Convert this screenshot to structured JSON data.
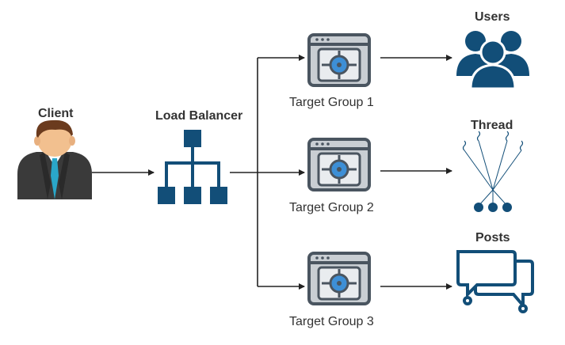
{
  "nodes": {
    "client": {
      "label": "Client"
    },
    "load_balancer": {
      "label": "Load Balancer"
    },
    "target_groups": [
      {
        "label": "Target Group 1"
      },
      {
        "label": "Target Group 2"
      },
      {
        "label": "Target Group 3"
      }
    ],
    "users": {
      "label": "Users"
    },
    "thread": {
      "label": "Thread"
    },
    "posts": {
      "label": "Posts"
    }
  },
  "colors": {
    "navy": "#124e78",
    "line": "#222222",
    "target_frame": "#4a5560",
    "target_body": "#c9ced3",
    "target_blue": "#3d8fd6",
    "skin": "#f2c08f",
    "hair": "#6b3b1e",
    "suit": "#3a3a3a",
    "tie": "#2aa7c9"
  }
}
